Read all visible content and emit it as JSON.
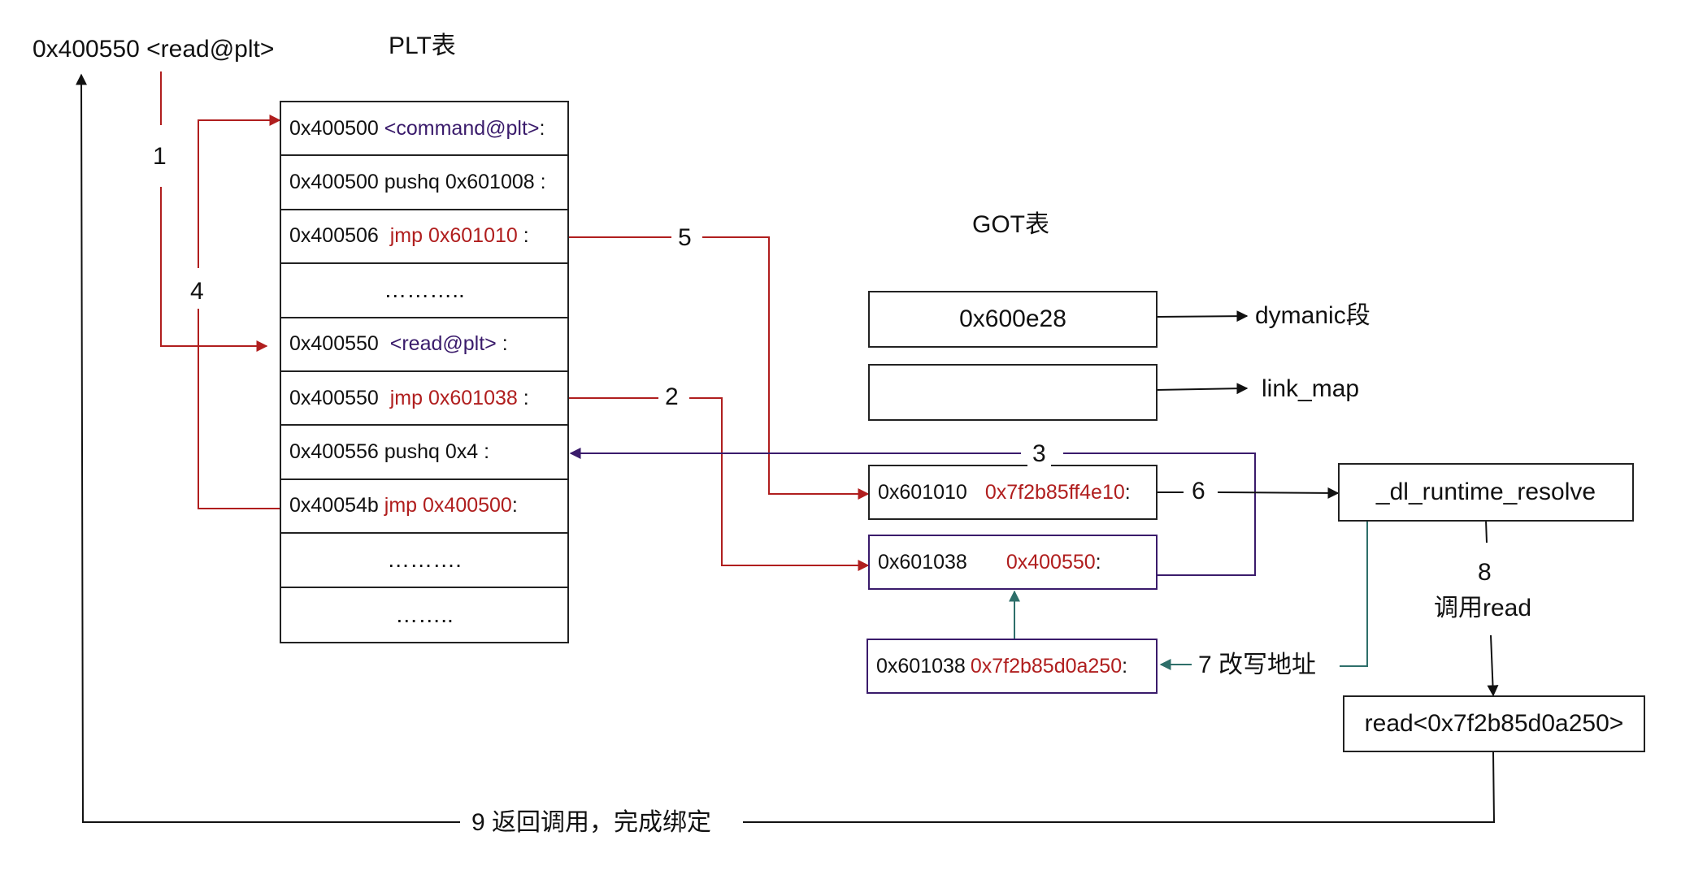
{
  "top_label": "0x400550 <read@plt>",
  "plt": {
    "title": "PLT表",
    "rows": [
      {
        "addr": "0x400500",
        "sep": " ",
        "instr": "<command@plt>",
        "suffix": ":",
        "style": "purple"
      },
      {
        "addr": "0x400500 pushq 0x601008 :",
        "sep": "",
        "instr": "",
        "suffix": "",
        "style": "plain"
      },
      {
        "addr": "0x400506",
        "sep": "  ",
        "instr": "jmp 0x601010",
        "suffix": " :",
        "style": "red"
      },
      {
        "addr": "………..",
        "sep": "",
        "instr": "",
        "suffix": "",
        "style": "dots"
      },
      {
        "addr": "0x400550",
        "sep": "  ",
        "instr": "<read@plt>",
        "suffix": " :",
        "style": "purple"
      },
      {
        "addr": "0x400550",
        "sep": "  ",
        "instr": "jmp 0x601038",
        "suffix": " :",
        "style": "red"
      },
      {
        "addr": "0x400556  pushq  0x4 :",
        "sep": "",
        "instr": "",
        "suffix": "",
        "style": "plain"
      },
      {
        "addr": "0x40054b",
        "sep": " ",
        "instr": "jmp  0x400500",
        "suffix": ":",
        "style": "red"
      },
      {
        "addr": "……….",
        "sep": "",
        "instr": "",
        "suffix": "",
        "style": "dots"
      },
      {
        "addr": "……..",
        "sep": "",
        "instr": "",
        "suffix": "",
        "style": "dots"
      }
    ]
  },
  "got": {
    "title": "GOT表",
    "entry0": "0x600e28",
    "entry1": "",
    "dynamic_label": "dymanic段",
    "linkmap_label": "link_map",
    "row_601010": {
      "addr": "0x601010",
      "val": "0x7f2b85ff4e10",
      "suffix": " :"
    },
    "row_601038": {
      "addr": "0x601038",
      "val": "0x400550",
      "suffix": " :"
    },
    "row_601038_new": {
      "addr": "0x601038",
      "val": "0x7f2b85d0a250",
      "suffix": " :"
    }
  },
  "resolver": "_dl_runtime_resolve",
  "read_box": "read<0x7f2b85d0a250>",
  "steps": {
    "s1": "1",
    "s2": "2",
    "s3": "3",
    "s4": "4",
    "s5": "5",
    "s6": "6",
    "s7": "7 改写地址",
    "s8_num": "8",
    "s8_text": "调用read",
    "s9": "9 返回调用，完成绑定"
  },
  "colors": {
    "red": "#b01e1e",
    "purple": "#3a1b6b",
    "teal": "#2e6f6a",
    "black": "#222222"
  }
}
